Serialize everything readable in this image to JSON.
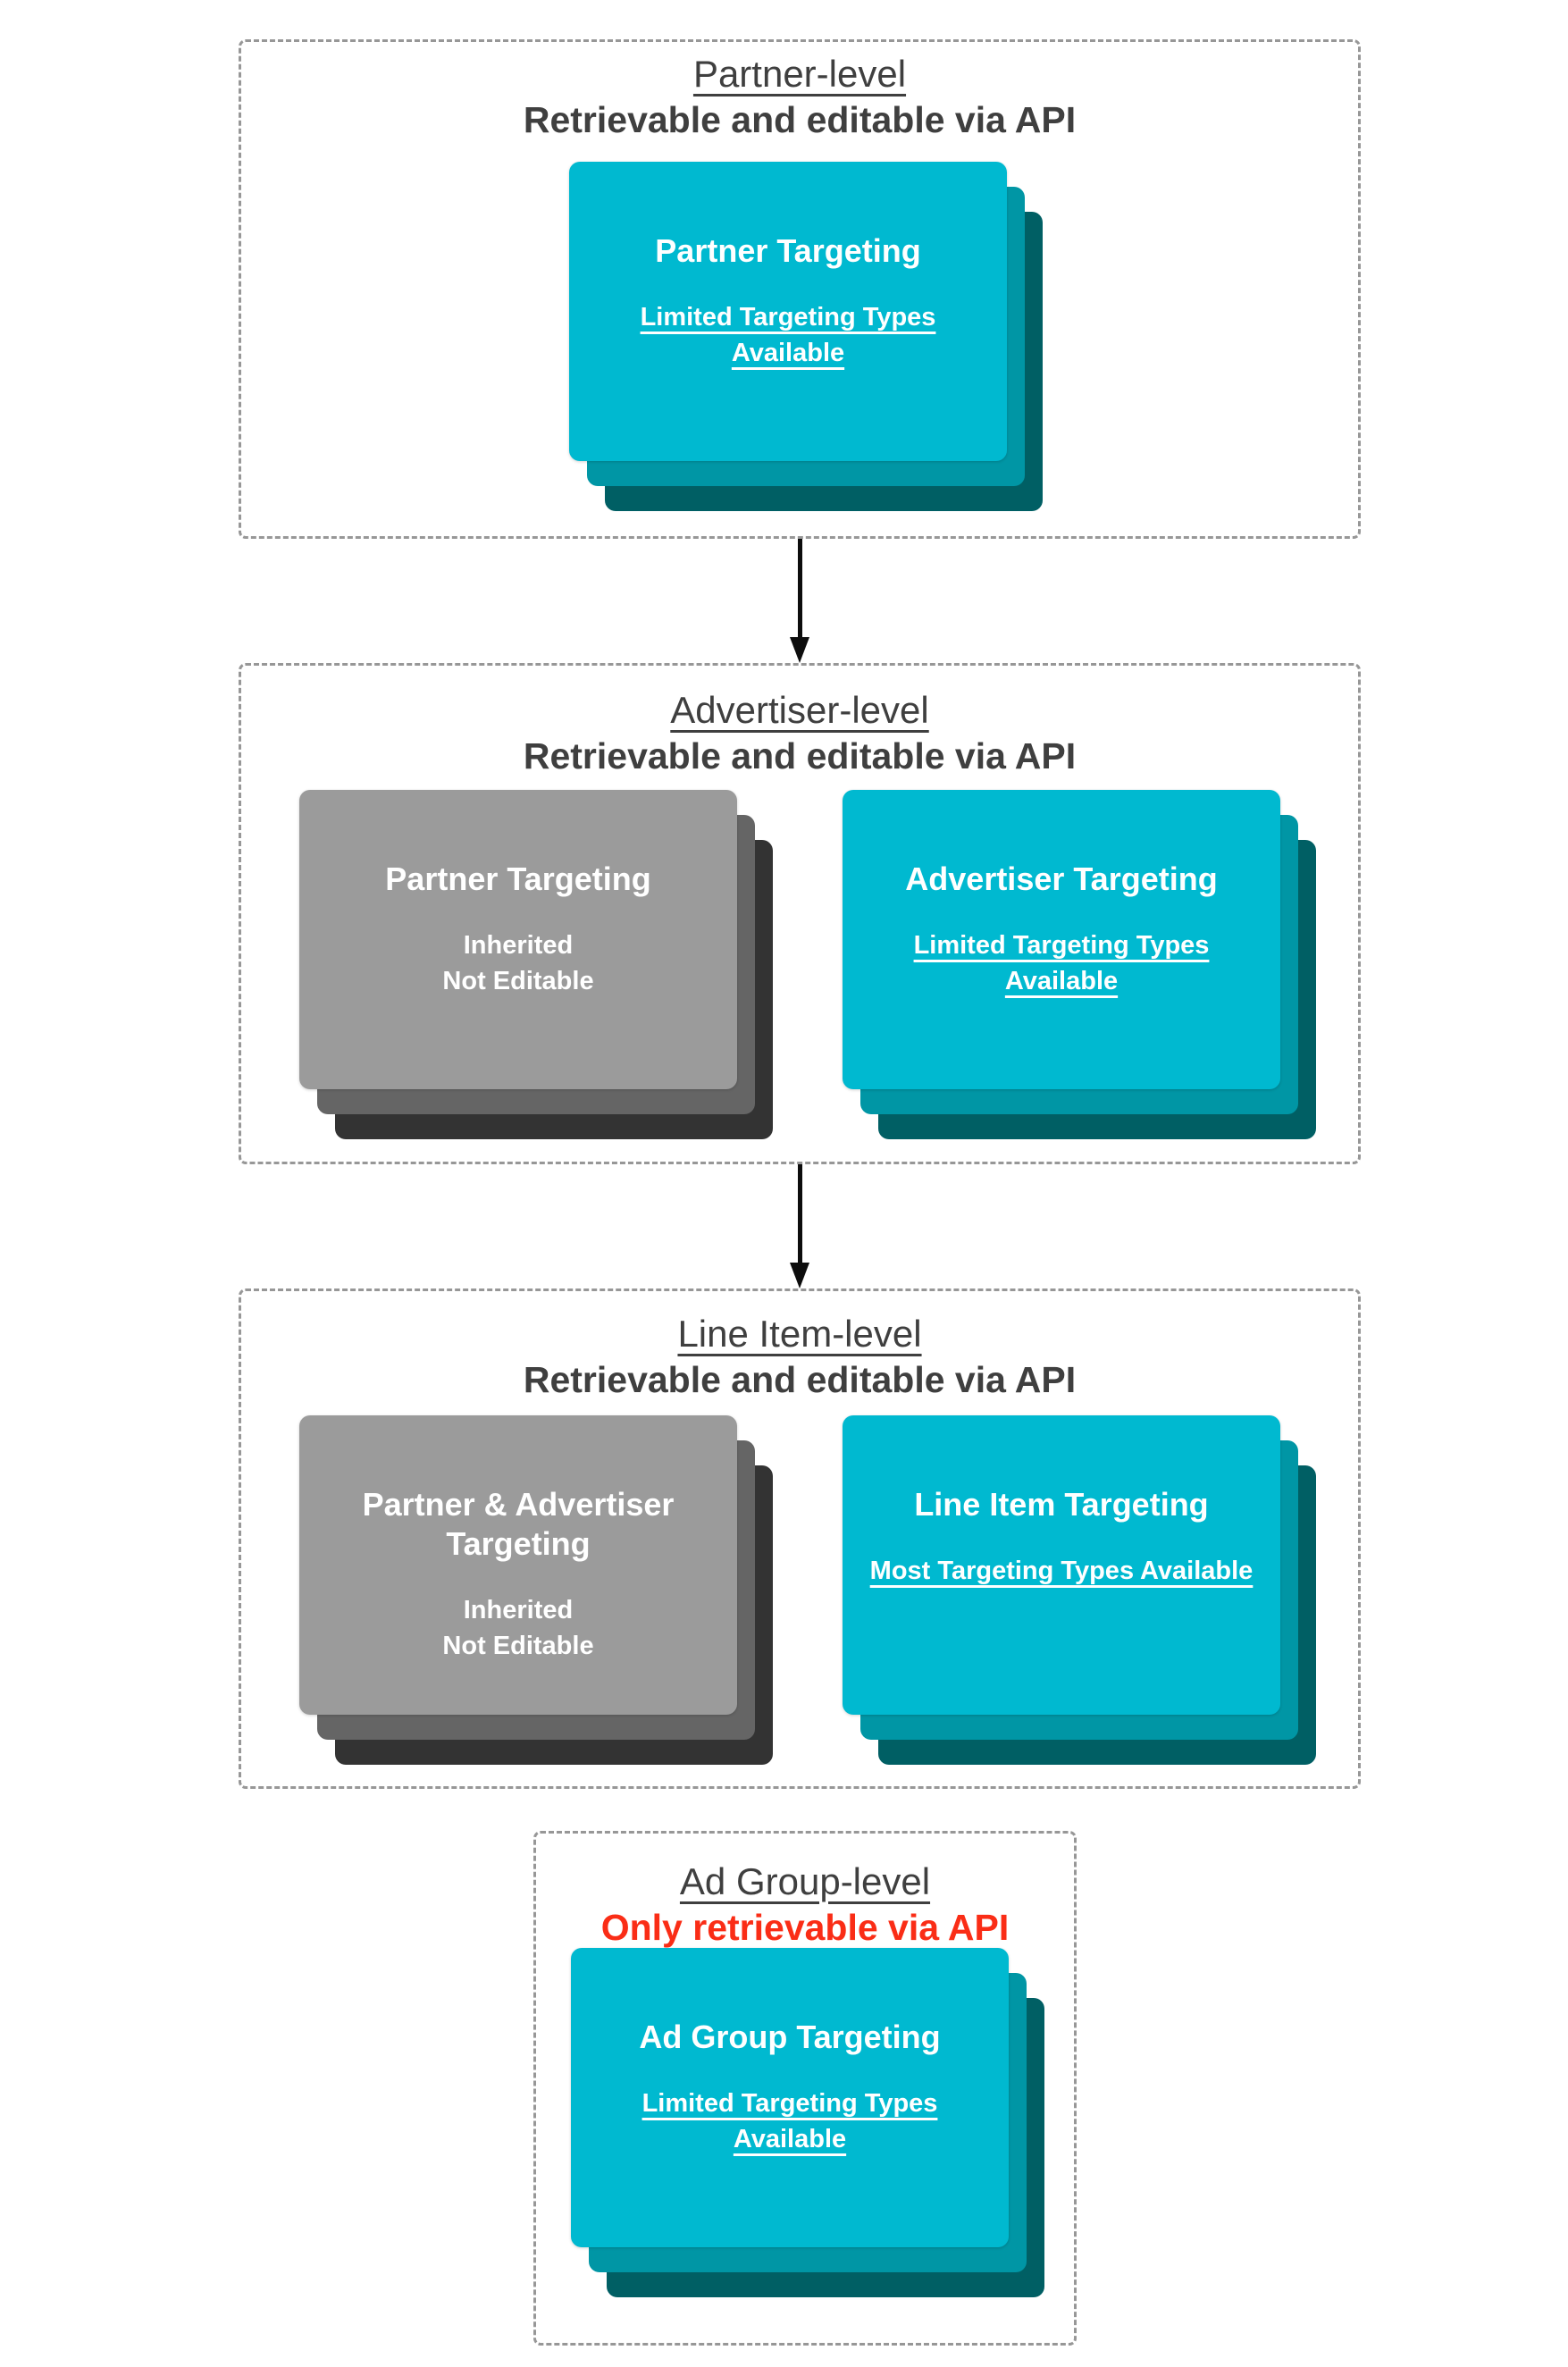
{
  "palette": {
    "teal_front": "#00b9d0",
    "teal_mid": "#0096a5",
    "teal_back": "#005f64",
    "gray_front": "#9b9b9b",
    "gray_mid": "#656565",
    "gray_back": "#333333",
    "heading_text": "#3f3f3f",
    "alert_red": "#fa2d16",
    "panel_border": "#979797",
    "arrow_black": "#0d0d0d",
    "card_text": "#ffffff"
  },
  "sections": [
    {
      "title": "Partner-level",
      "subtitle": "Retrievable and editable via API",
      "cards": [
        {
          "variant": "teal",
          "title": "Partner Targeting",
          "subtext": "Limited Targeting Types Available",
          "subtext_underlined": true
        }
      ]
    },
    {
      "title": "Advertiser-level",
      "subtitle": "Retrievable and editable via API",
      "cards": [
        {
          "variant": "gray",
          "title": "Partner Targeting",
          "line1": "Inherited",
          "line2": "Not Editable"
        },
        {
          "variant": "teal",
          "title": "Advertiser Targeting",
          "subtext": "Limited Targeting Types Available",
          "subtext_underlined": true
        }
      ]
    },
    {
      "title": "Line Item-level",
      "subtitle": "Retrievable and editable via API",
      "cards": [
        {
          "variant": "gray",
          "title": "Partner & Advertiser Targeting",
          "line1": "Inherited",
          "line2": "Not Editable"
        },
        {
          "variant": "teal",
          "title": "Line Item Targeting",
          "subtext": "Most Targeting Types Available",
          "subtext_underlined": true
        }
      ]
    },
    {
      "title": "Ad Group-level",
      "subtitle": "Only retrievable via API",
      "subtitle_alert": true,
      "cards": [
        {
          "variant": "teal",
          "title": "Ad Group Targeting",
          "subtext": "Limited Targeting Types Available",
          "subtext_underlined": true
        }
      ]
    }
  ],
  "arrows": [
    {
      "from": "Partner-level",
      "to": "Advertiser-level"
    },
    {
      "from": "Advertiser-level",
      "to": "Line Item-level"
    }
  ]
}
